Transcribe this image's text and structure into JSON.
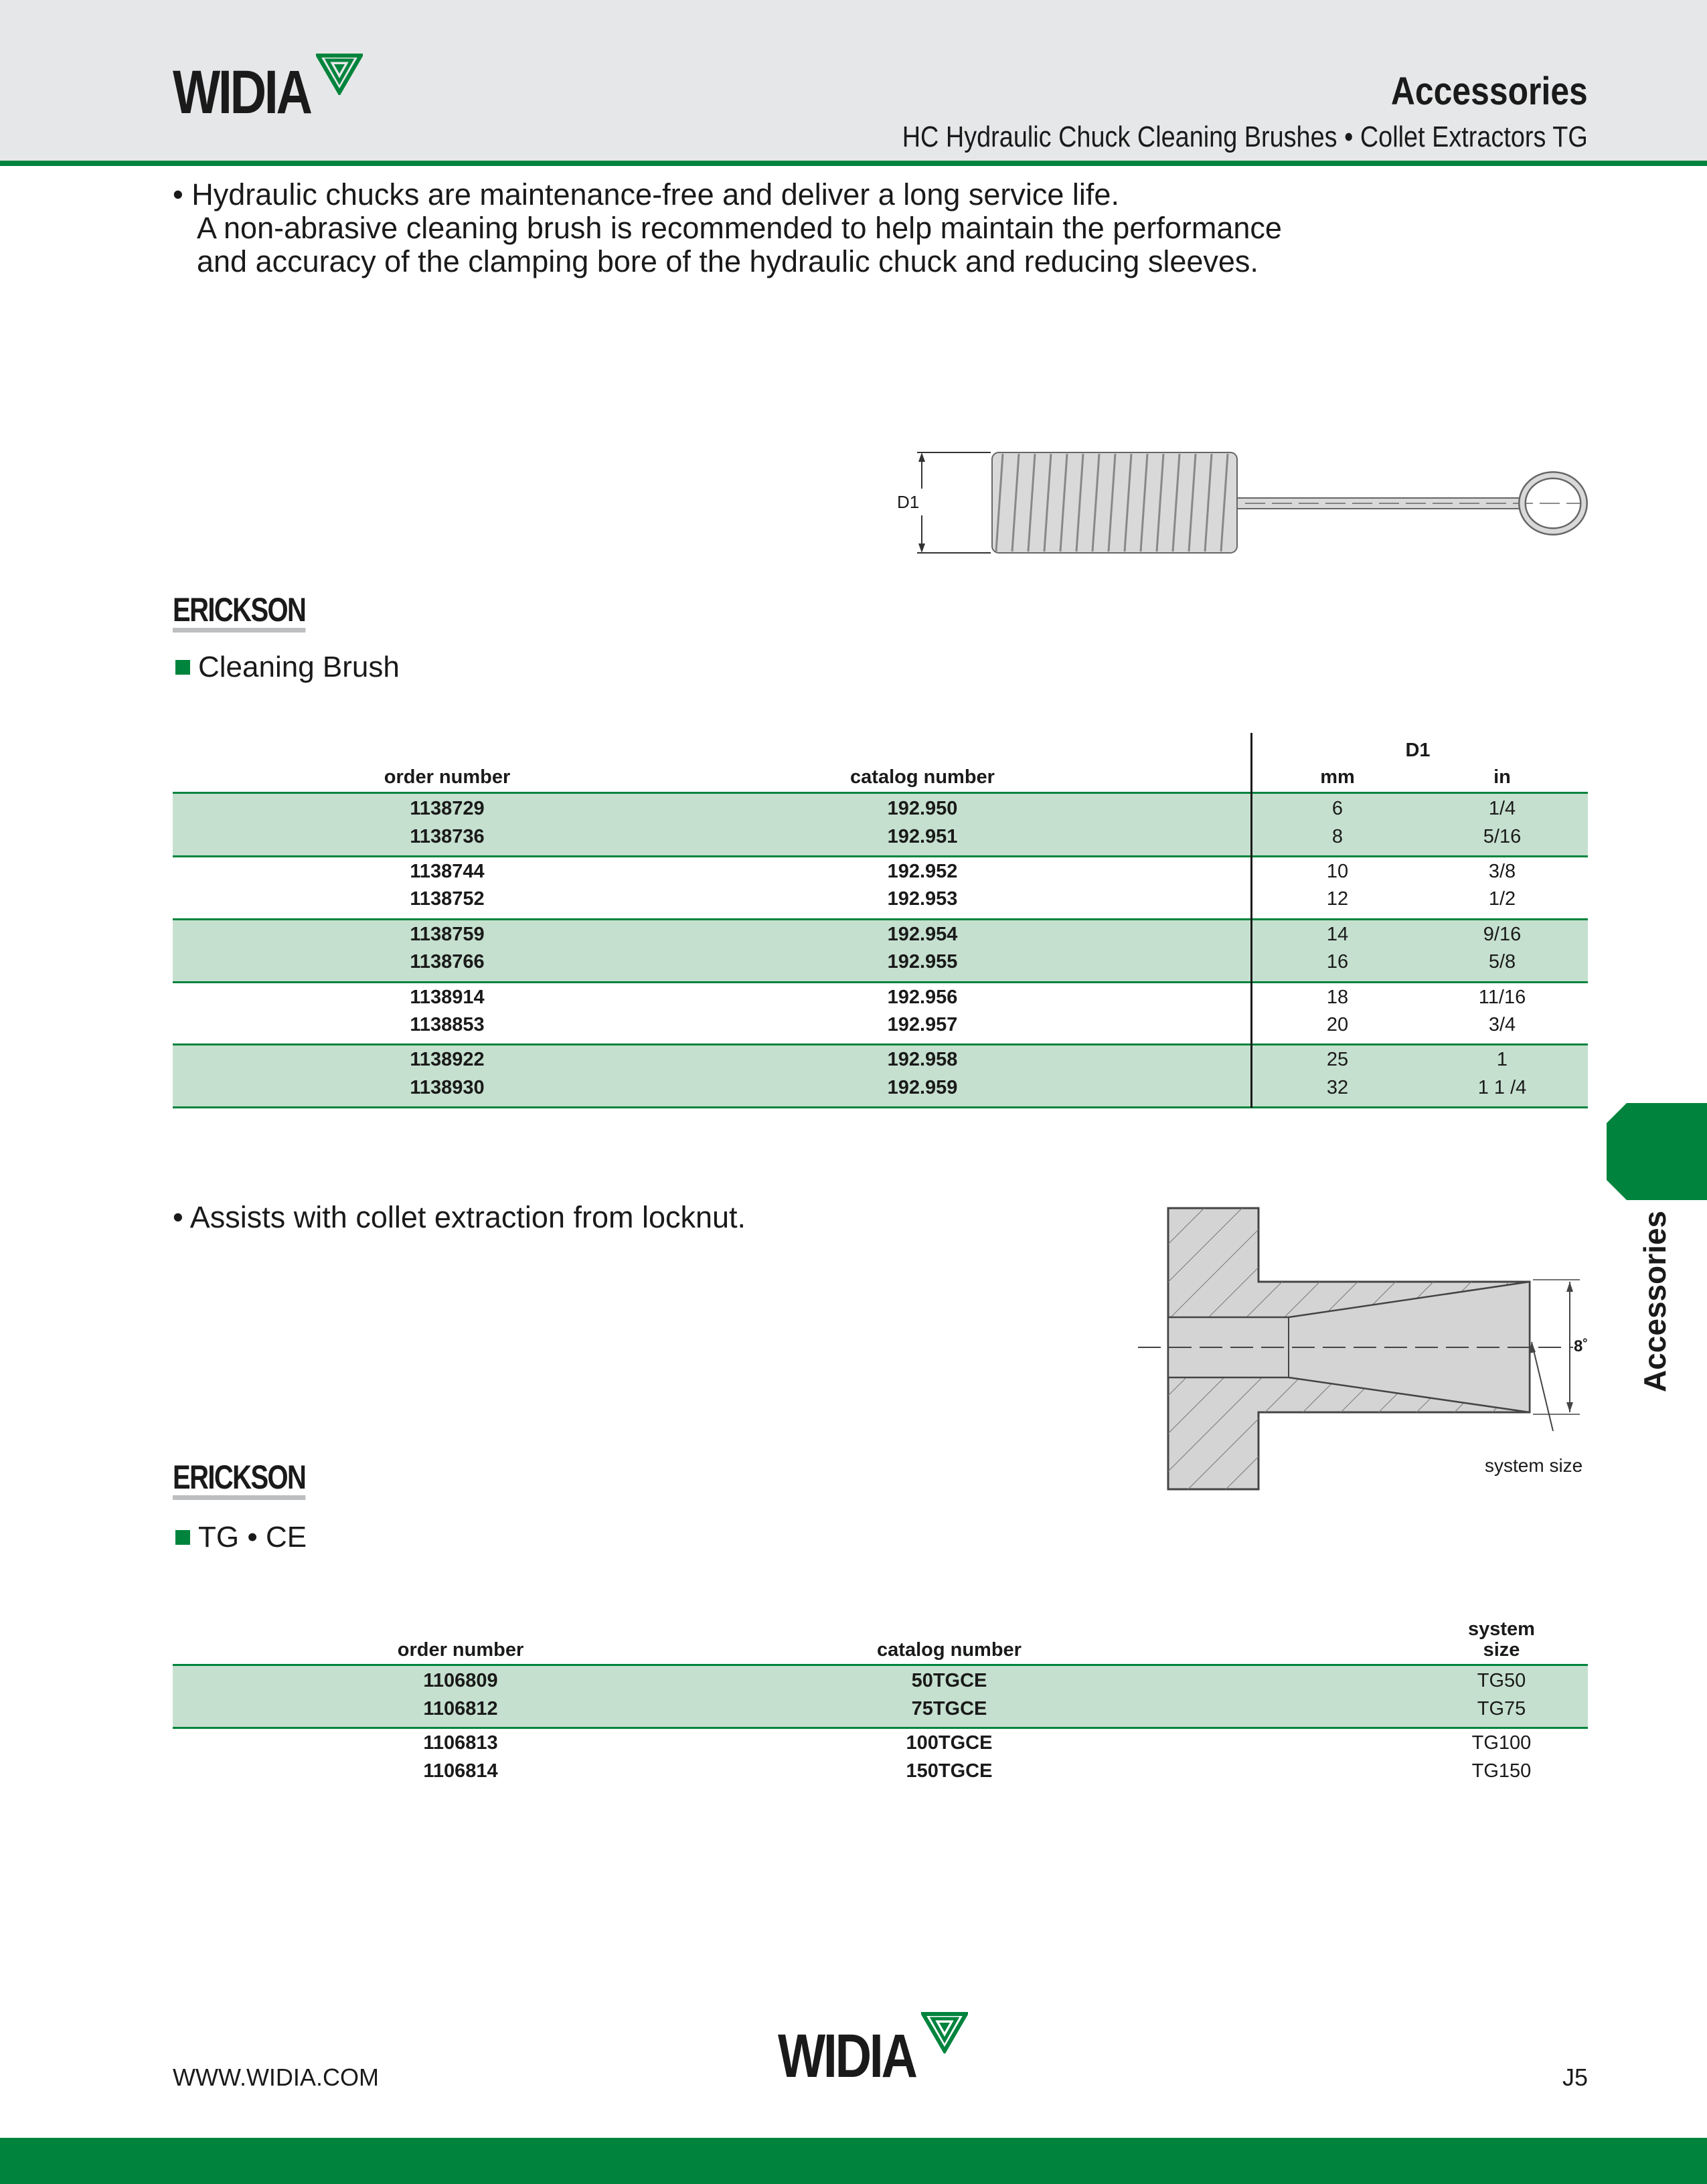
{
  "header": {
    "brand": "WIDIA",
    "title": "Accessories",
    "subtitle": "HC Hydraulic Chuck Cleaning Brushes • Collet Extractors TG"
  },
  "intro": {
    "lines": [
      "• Hydraulic chucks are maintenance-free and deliver a long service life.",
      "A non-abrasive cleaning brush is recommended to help maintain the performance",
      "and accuracy of the clamping bore of the hydraulic chuck and reducing sleeves."
    ]
  },
  "brush_drawing": {
    "dim_label": "D1"
  },
  "section1": {
    "brand": "ERICKSON",
    "title": "Cleaning Brush",
    "headers": {
      "order": "order number",
      "catalog": "catalog number",
      "group": "D1",
      "mm": "mm",
      "in": "in"
    },
    "rows": [
      [
        "1138729",
        "192.950",
        "6",
        "1/4"
      ],
      [
        "1138736",
        "192.951",
        "8",
        "5/16"
      ],
      [
        "1138744",
        "192.952",
        "10",
        "3/8"
      ],
      [
        "1138752",
        "192.953",
        "12",
        "1/2"
      ],
      [
        "1138759",
        "192.954",
        "14",
        "9/16"
      ],
      [
        "1138766",
        "192.955",
        "16",
        "5/8"
      ],
      [
        "1138914",
        "192.956",
        "18",
        "11/16"
      ],
      [
        "1138853",
        "192.957",
        "20",
        "3/4"
      ],
      [
        "1138922",
        "192.958",
        "25",
        "1"
      ],
      [
        "1138930",
        "192.959",
        "32",
        "1 1 /4"
      ]
    ]
  },
  "extractor": {
    "bullet": "• Assists with collet extraction from locknut.",
    "angle_label": "8˚",
    "size_label": "system size"
  },
  "section2": {
    "brand": "ERICKSON",
    "title": "TG • CE",
    "headers": {
      "order": "order number",
      "catalog": "catalog number",
      "system1": "system",
      "system2": "size"
    },
    "rows": [
      [
        "1106809",
        "50TGCE",
        "TG50"
      ],
      [
        "1106812",
        "75TGCE",
        "TG75"
      ],
      [
        "1106813",
        "100TGCE",
        "TG100"
      ],
      [
        "1106814",
        "150TGCE",
        "TG150"
      ]
    ]
  },
  "side_tab": {
    "label": "Accessories"
  },
  "footer": {
    "url": "WWW.WIDIA.COM",
    "brand": "WIDIA",
    "page": "J5"
  },
  "colors": {
    "brand_green": "#00843d",
    "row_shade": "#c6e0cf",
    "header_gray": "#e6e7e8"
  }
}
